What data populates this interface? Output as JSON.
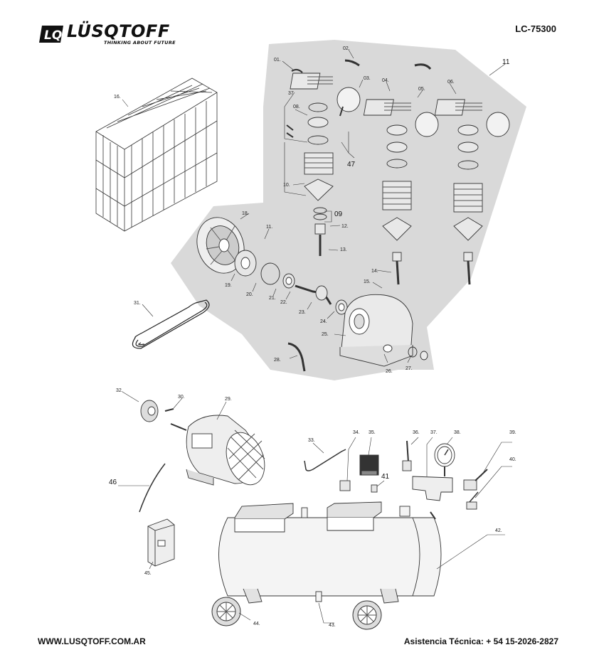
{
  "header": {
    "brand": "LÜSQTOFF",
    "brand_mark": "LQ",
    "tagline": "THINKING ABOUT FUTURE",
    "model": "LC-75300"
  },
  "footer": {
    "website": "WWW.LUSQTOFF.COM.AR",
    "support": "Asistencia Técnica: + 54 15-2026-2827"
  },
  "part_labels": {
    "p01": "01.",
    "p02": "02.",
    "p03": "03.",
    "p04": "04.",
    "p05": "05.",
    "p06": "06.",
    "p08": "08.",
    "p09": "09",
    "p10": "10.",
    "p11": "11",
    "p11b": "11.",
    "p12": "12.",
    "p13": "13.",
    "p14": "14.",
    "p15": "15.",
    "p16": "16.",
    "p18": "18.",
    "p19": "19.",
    "p20": "20.",
    "p21": "21.",
    "p22": "22.",
    "p23": "23.",
    "p24": "24.",
    "p25": "25.",
    "p26": "26.",
    "p27": "27.",
    "p28": "28.",
    "p29": "29.",
    "p30": "30.",
    "p31": "31.",
    "p32": "32.",
    "p33": "33.",
    "p34": "34.",
    "p35": "35.",
    "p36": "36.",
    "p37": "37.",
    "p37b": "37",
    "p38": "38.",
    "p39": "39.",
    "p40": "40.",
    "p41": "41",
    "p42": "42.",
    "p43": "43.",
    "p44": "44.",
    "p45": "45.",
    "p46": "46",
    "p47": "47"
  },
  "colors": {
    "panel": "#d8d8d8",
    "ink": "#222222",
    "background": "#ffffff"
  }
}
